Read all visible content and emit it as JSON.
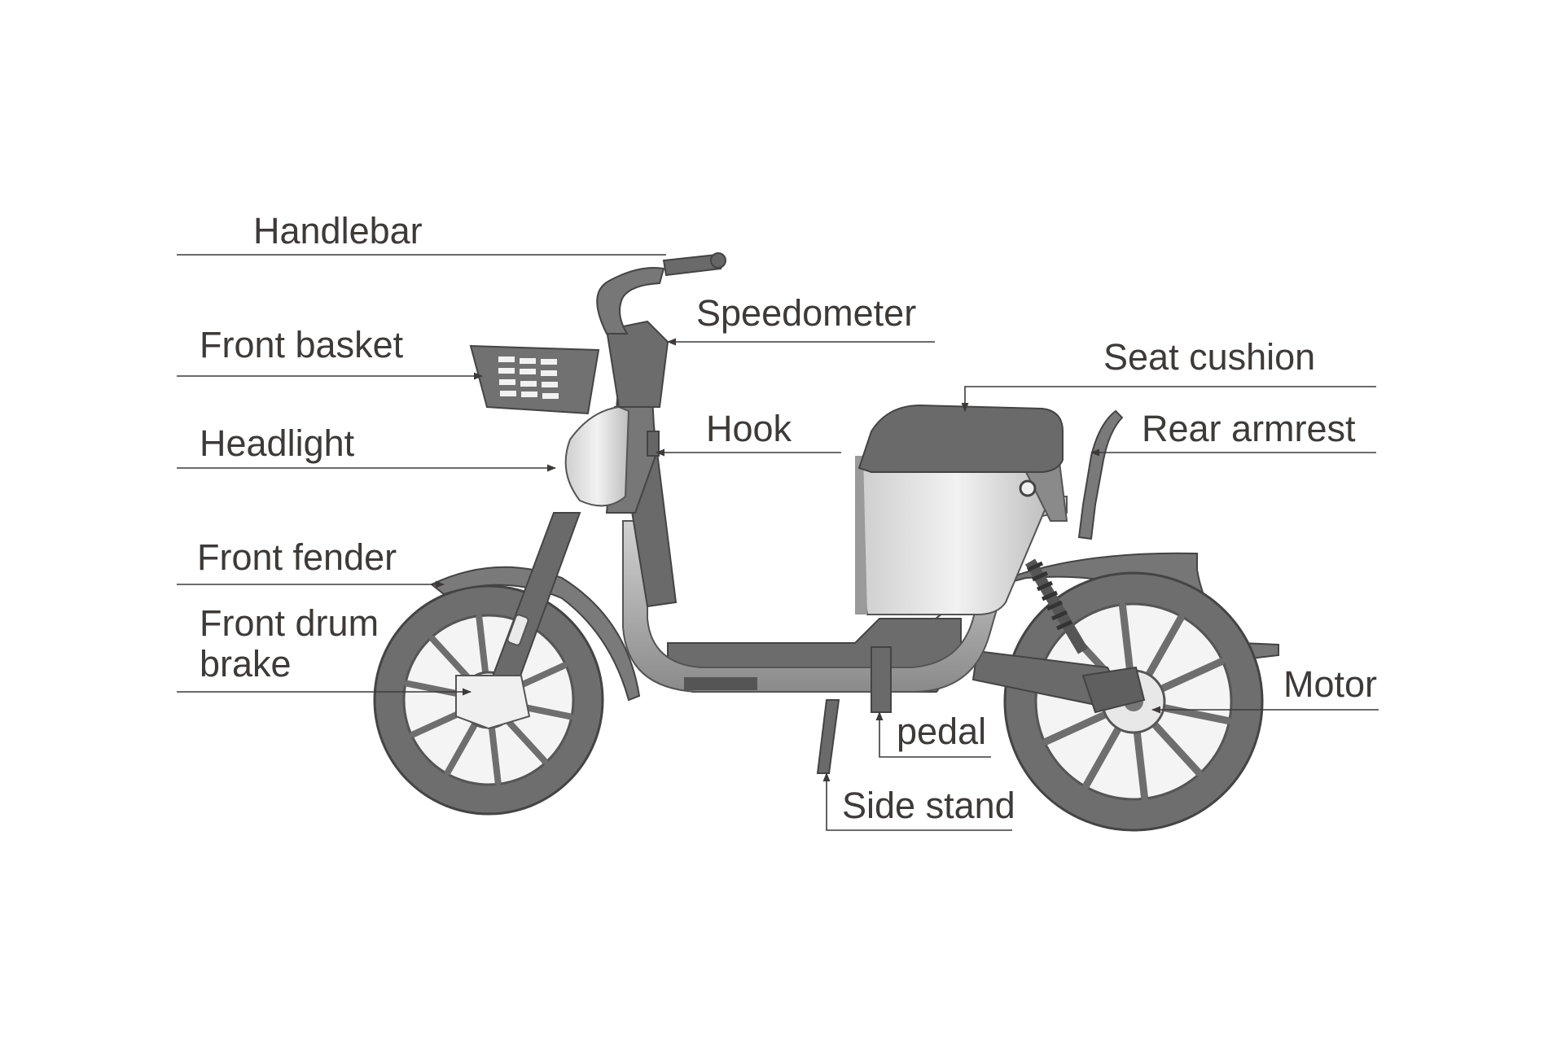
{
  "labels": {
    "handlebar": "Handlebar",
    "speedometer": "Speedometer",
    "front_basket": "Front basket",
    "seat_cushion": "Seat cushion",
    "headlight": "Headlight",
    "hook": "Hook",
    "rear_armrest": "Rear armrest",
    "front_fender": "Front fender",
    "front_drum_brake": "Front drum brake",
    "motor": "Motor",
    "pedal": "pedal",
    "side_stand": "Side stand"
  },
  "colors": {
    "body": "#777777",
    "body_dark": "#555555",
    "body_light": "#d4d4d4",
    "leader_line": "#3d3a38",
    "text": "#3d3a38"
  }
}
